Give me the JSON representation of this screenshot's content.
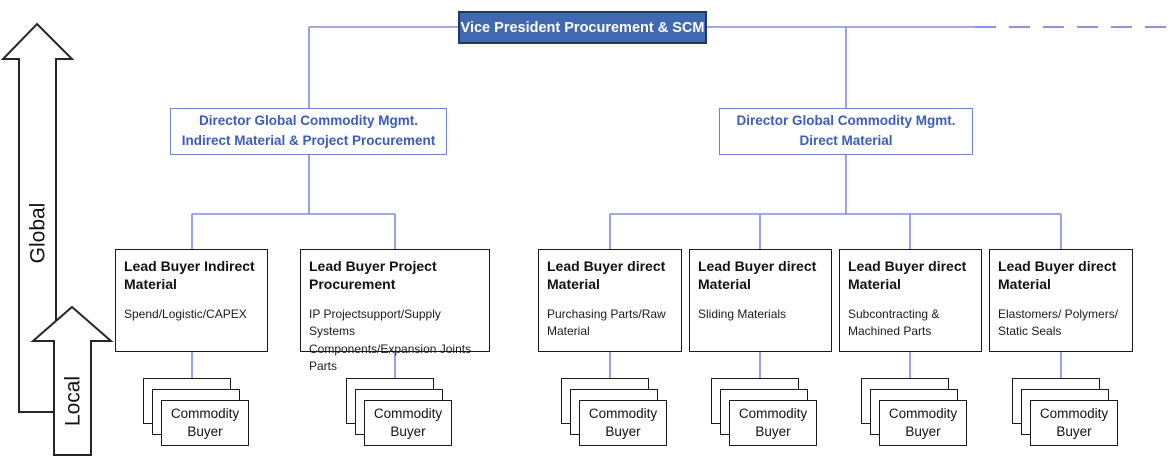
{
  "palette": {
    "vp_fill": "#4169b1",
    "vp_border": "#203864",
    "vp_text": "#ffffff",
    "director_border": "#6e83d3",
    "director_text": "#3a5dba",
    "connector_line": "#7e8ed8",
    "dashed_line": "#8a94de",
    "box_border": "#1a1a1a"
  },
  "axis": {
    "global_label": "Global",
    "local_label": "Local"
  },
  "vp": {
    "title": "Vice President Procurement & SCM"
  },
  "directors": [
    {
      "line1": "Director Global Commodity Mgmt.",
      "line2": "Indirect Material & Project Procurement"
    },
    {
      "line1": "Director Global Commodity Mgmt.",
      "line2": "Direct Material"
    }
  ],
  "lead_buyers": [
    {
      "title": "Lead Buyer Indirect Material",
      "subtitle": "Spend/Logistic/CAPEX"
    },
    {
      "title": "Lead Buyer Project Procurement",
      "subtitle": "IP Projectsupport/Supply Systems Components/Expansion Joints Parts"
    },
    {
      "title": "Lead Buyer direct Material",
      "subtitle": "Purchasing Parts/Raw Material"
    },
    {
      "title": "Lead Buyer direct Material",
      "subtitle": "Sliding Materials"
    },
    {
      "title": "Lead Buyer direct Material",
      "subtitle": "Subcontracting & Machined Parts"
    },
    {
      "title": "Lead Buyer direct Material",
      "subtitle": "Elastomers/ Polymers/ Static Seals"
    }
  ],
  "commodity_buyer_label": "Commodity Buyer"
}
